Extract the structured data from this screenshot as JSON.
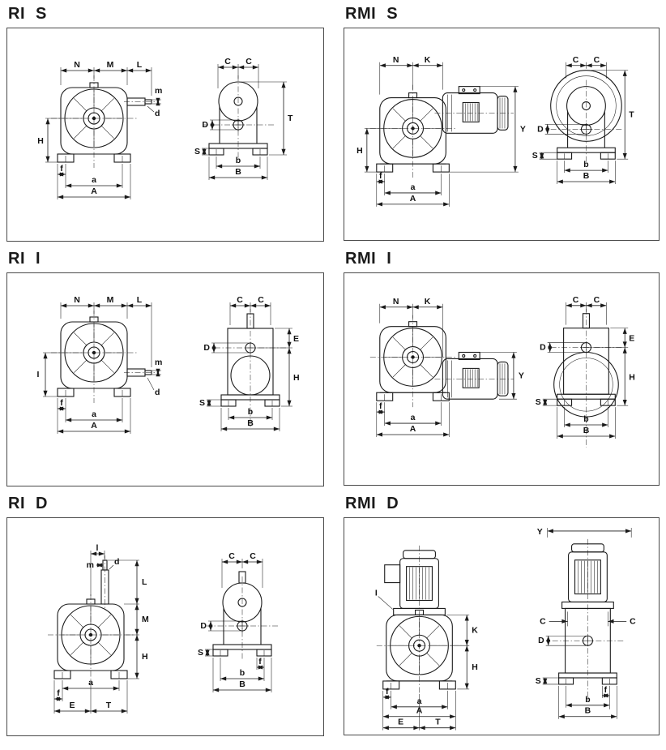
{
  "sheet": {
    "panels": [
      {
        "id": "ri-s",
        "title": "RI S",
        "labels": {
          "N": "N",
          "M": "M",
          "L": "L",
          "m": "m",
          "d": "d",
          "H": "H",
          "f": "f",
          "a": "a",
          "A": "A",
          "C1": "C",
          "C2": "C",
          "T": "T",
          "D": "D",
          "S": "S",
          "b": "b",
          "B": "B"
        }
      },
      {
        "id": "rmi-s",
        "title": "RMI S",
        "labels": {
          "N": "N",
          "K": "K",
          "Y": "Y",
          "H": "H",
          "f": "f",
          "a": "a",
          "A": "A",
          "C1": "C",
          "C2": "C",
          "T": "T",
          "D": "D",
          "S": "S",
          "b": "b",
          "B": "B"
        }
      },
      {
        "id": "ri-i",
        "title": "RI I",
        "labels": {
          "N": "N",
          "M": "M",
          "L": "L",
          "m": "m",
          "d": "d",
          "I": "I",
          "f": "f",
          "a": "a",
          "A": "A",
          "C1": "C",
          "C2": "C",
          "E": "E",
          "H": "H",
          "D": "D",
          "S": "S",
          "b": "b",
          "B": "B"
        }
      },
      {
        "id": "rmi-i",
        "title": "RMI I",
        "labels": {
          "N": "N",
          "K": "K",
          "Y": "Y",
          "f": "f",
          "a": "a",
          "A": "A",
          "C1": "C",
          "C2": "C",
          "E": "E",
          "H": "H",
          "D": "D",
          "S": "S",
          "b": "b",
          "B": "B"
        }
      },
      {
        "id": "ri-d",
        "title": "RI D",
        "labels": {
          "l": "l",
          "m": "m",
          "d": "d",
          "L": "L",
          "M": "M",
          "H": "H",
          "a": "a",
          "f": "f",
          "E": "E",
          "T": "T",
          "C1": "C",
          "C2": "C",
          "D": "D",
          "S": "S",
          "f2": "f",
          "b": "b",
          "B": "B"
        }
      },
      {
        "id": "rmi-d",
        "title": "RMI D",
        "labels": {
          "Y": "Y",
          "I": "I",
          "K": "K",
          "H": "H",
          "f": "f",
          "a": "a",
          "A": "A",
          "E": "E",
          "T": "T",
          "C1": "C",
          "C2": "C",
          "D": "D",
          "S": "S",
          "f2": "f",
          "b": "b",
          "B": "B"
        }
      }
    ]
  },
  "colors": {
    "line": "#1a1a1a",
    "text": "#111111",
    "border": "#4a4a4a",
    "background": "#ffffff"
  }
}
